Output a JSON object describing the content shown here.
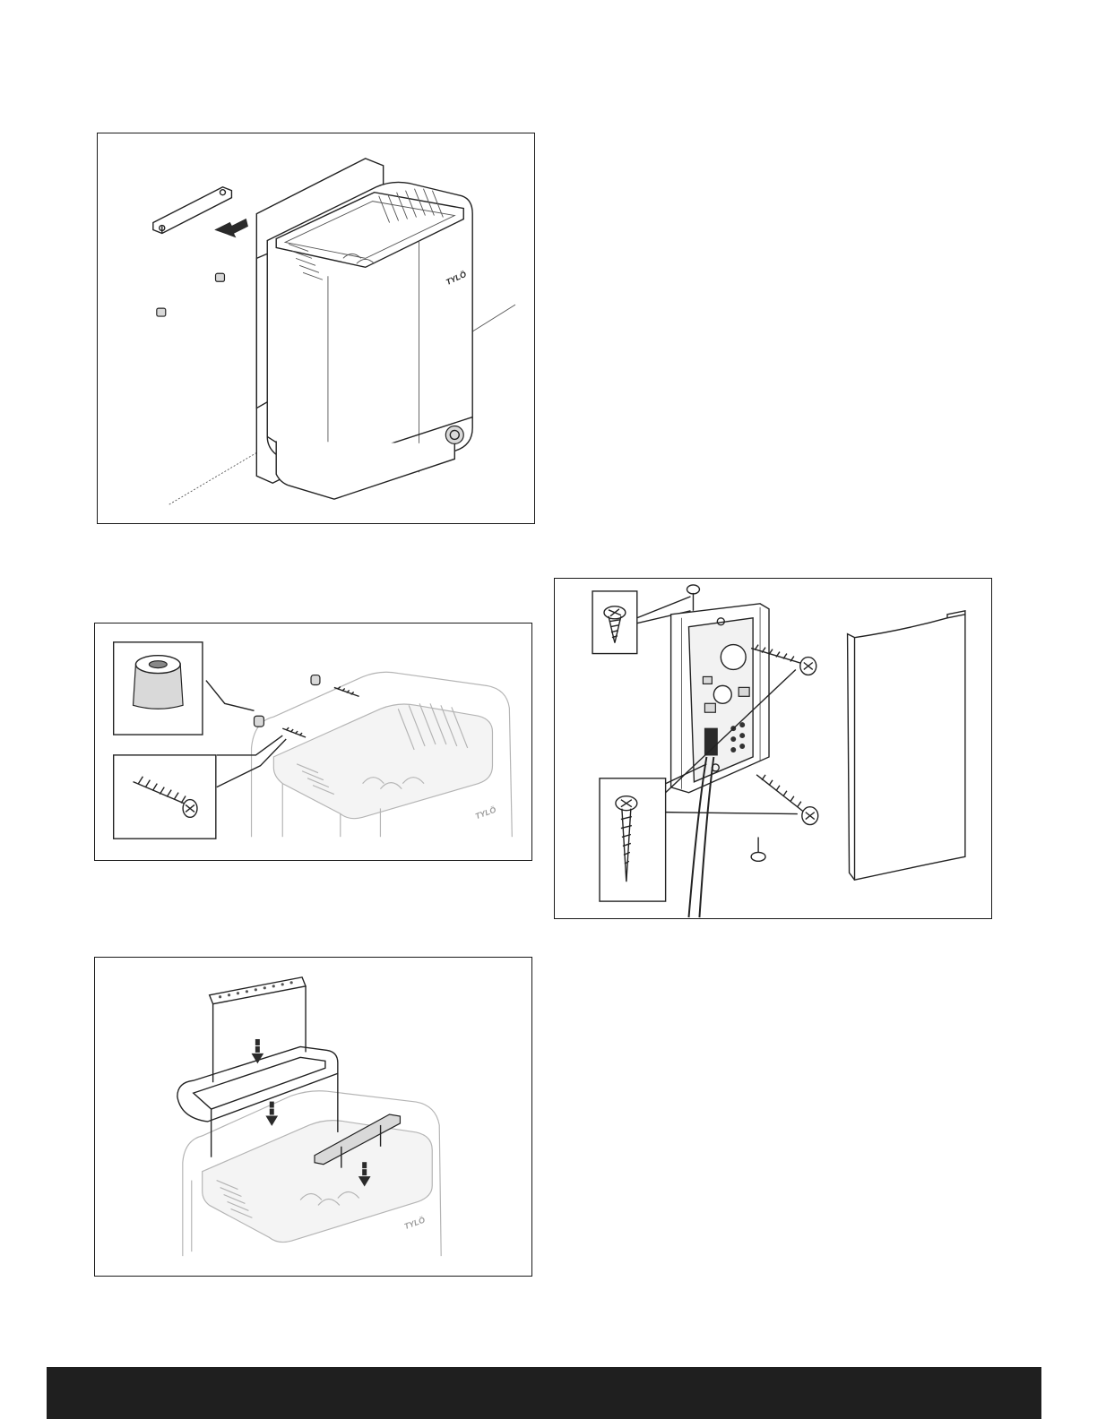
{
  "figures": [
    {
      "id": "fig1",
      "logo": "TYLÖ",
      "icon": "heater-wall-mount-illustration"
    },
    {
      "id": "fig2",
      "logo": "TYLÖ",
      "icon": "heater-screw-installation-illustration"
    },
    {
      "id": "fig3",
      "logo": "TYLÖ",
      "icon": "heater-stone-guard-assembly-illustration"
    },
    {
      "id": "fig4",
      "icon": "control-panel-cover-mounting-illustration"
    }
  ],
  "colors": {
    "line": "#222222",
    "footer": "#1f1f1f",
    "background": "#ffffff"
  }
}
